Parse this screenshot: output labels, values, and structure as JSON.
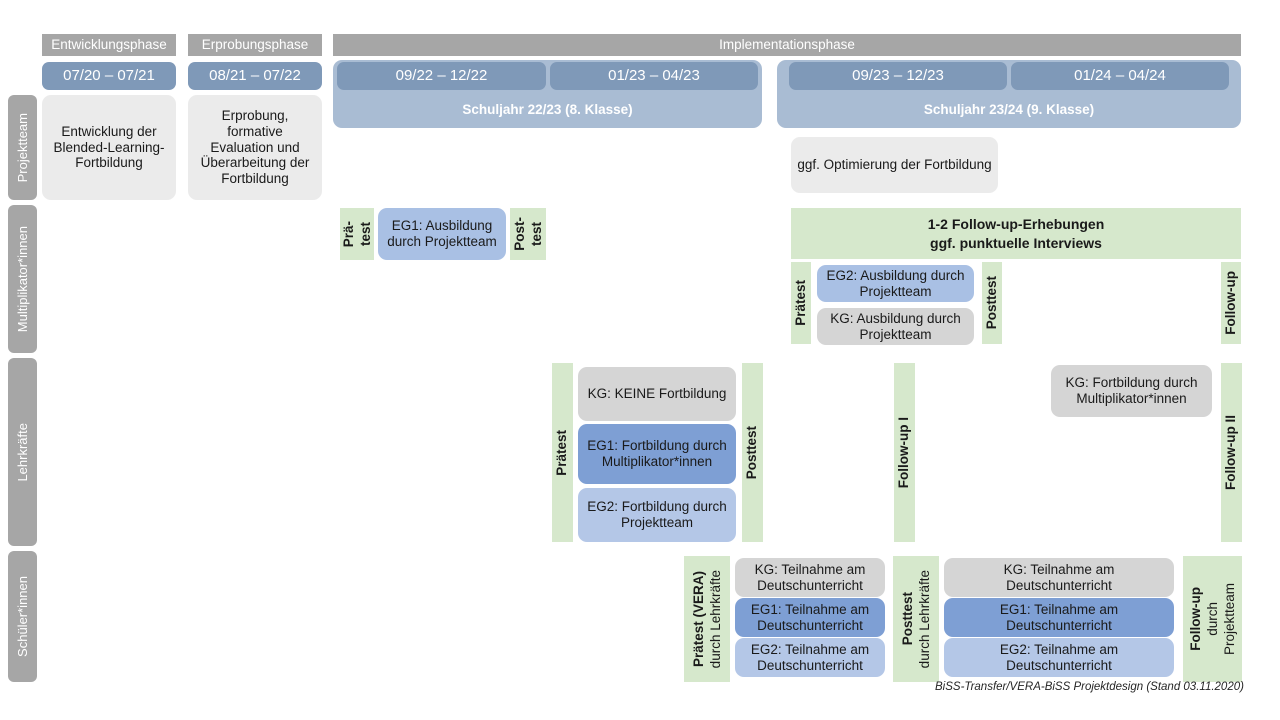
{
  "footer": "BiSS-Transfer/VERA-BiSS Projektdesign (Stand 03.11.2020)",
  "phases": [
    {
      "label": "Entwicklungsphase"
    },
    {
      "label": "Erprobungsphase"
    },
    {
      "label": "Implementationsphase"
    }
  ],
  "periods": [
    {
      "label": "07/20 – 07/21"
    },
    {
      "label": "08/21 – 07/22"
    },
    {
      "label": "09/22 – 12/22"
    },
    {
      "label": "01/23 – 04/23"
    },
    {
      "label": "09/23 – 12/23"
    },
    {
      "label": "01/24 – 04/24"
    }
  ],
  "school_years": [
    {
      "label": "Schuljahr 22/23 (8. Klasse)"
    },
    {
      "label": "Schuljahr 23/24 (9. Klasse)"
    }
  ],
  "rows": [
    {
      "label": "Projektteam"
    },
    {
      "label": "Multiplikator*innen"
    },
    {
      "label": "Lehrkräfte"
    },
    {
      "label": "Schüler*innen"
    }
  ],
  "projektteam": {
    "entwicklung": "Entwicklung der Blended-Learning-Fortbildung",
    "erprobung": "Erprobung, formative Evaluation und Überarbeitung der Fortbildung",
    "optimierung": "ggf. Optimierung der Fortbildung"
  },
  "multiplikatoren": {
    "praetest_line1": "Prä-",
    "praetest_line2": "test",
    "posttest_line1": "Post-",
    "posttest_line2": "test",
    "eg1": "EG1: Ausbildung durch Projektteam",
    "followup_band_line1": "1-2 Follow-up-Erhebungen",
    "followup_band_line2": "ggf. punktuelle Interviews",
    "praetest2": "Prätest",
    "posttest2": "Posttest",
    "followup": "Follow-up",
    "eg2": "EG2: Ausbildung durch Projektteam",
    "kg": "KG: Ausbildung durch Projektteam"
  },
  "lehrkraefte": {
    "praetest": "Prätest",
    "posttest": "Posttest",
    "followup_1": "Follow-up I",
    "followup_2": "Follow-up II",
    "kg_keine": "KG:  KEINE Fortbildung",
    "eg1": "EG1: Fortbildung durch Multiplikator*innen",
    "eg2": "EG2: Fortbildung durch Projektteam",
    "kg_fortbildung": "KG: Fortbildung durch Multiplikator*innen"
  },
  "schueler": {
    "praetest_bold": "Prätest (VERA)",
    "praetest_reg": "durch Lehrkräfte",
    "posttest_bold": "Posttest",
    "posttest_reg": "durch Lehrkräfte",
    "followup_bold": "Follow-up",
    "followup_reg1": "durch",
    "followup_reg2": "Projektteam",
    "kg": "KG: Teilnahme am Deutschunterricht",
    "eg1": "EG1: Teilnahme am Deutschunterricht",
    "eg2": "EG2: Teilnahme am Deutschunterricht"
  },
  "colors": {
    "grey_header": "#a6a6a6",
    "date_blue": "#7f99b8",
    "year_blue": "#a9bcd3",
    "green": "#d6e8cc",
    "blue_dark": "#7e9fd4",
    "blue_mid": "#a9c0e4",
    "blue_light": "#b4c7e7",
    "grey_light": "#ebebeb",
    "grey_mid": "#d5d5d5"
  }
}
